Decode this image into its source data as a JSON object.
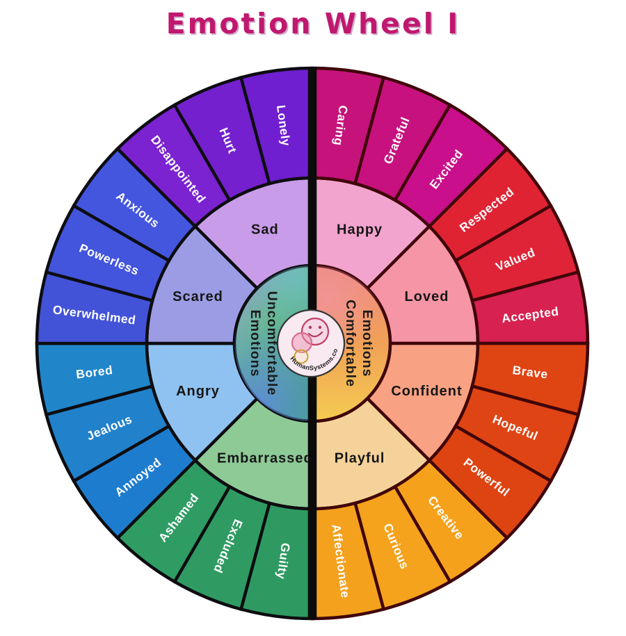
{
  "page": {
    "background": "#FFFFFF"
  },
  "title": {
    "text": "Emotion Wheel I",
    "color": "#C0186E"
  },
  "logo": {
    "brand": "HumanSystems.co",
    "icon": "smiley-circles-icon"
  },
  "chart_data": {
    "type": "sunburst",
    "title": "Emotion Wheel I",
    "rings": [
      "center-halves",
      "core-emotions",
      "specific-emotions"
    ],
    "divider_color": "#0B0B0B",
    "label_colors": {
      "outer": "#FFFFFF",
      "middle": "#161616",
      "inner": "#1C1C1C"
    },
    "halves": [
      {
        "id": "comfortable",
        "label_lines": [
          "Comfortable",
          "Emotions"
        ],
        "side": "right",
        "gradient": [
          "#EF8B7E",
          "#F0A156",
          "#F5CB52"
        ],
        "stroke": "#400609"
      },
      {
        "id": "uncomfortable",
        "label_lines": [
          "Uncomfortable",
          "Emotions"
        ],
        "side": "left",
        "gradient": [
          "#9C9EDE",
          "#69B795",
          "#43A383"
        ],
        "stroke": "#0D0D11"
      }
    ],
    "groups": [
      {
        "label": "Happy",
        "color": "#F2A4CE",
        "half": "comfortable",
        "start_deg": 0,
        "end_deg": 45,
        "children": [
          {
            "label": "Caring",
            "color": "#C5137B"
          },
          {
            "label": "Grateful",
            "color": "#C6117E"
          },
          {
            "label": "Excited",
            "color": "#C90F8B"
          }
        ]
      },
      {
        "label": "Loved",
        "color": "#F595A5",
        "half": "comfortable",
        "start_deg": 45,
        "end_deg": 90,
        "children": [
          {
            "label": "Respected",
            "color": "#DF2333"
          },
          {
            "label": "Valued",
            "color": "#DF2437"
          },
          {
            "label": "Accepted",
            "color": "#D72150"
          }
        ]
      },
      {
        "label": "Confident",
        "color": "#F8A183",
        "half": "comfortable",
        "start_deg": 90,
        "end_deg": 135,
        "children": [
          {
            "label": "Brave",
            "color": "#DF4413"
          },
          {
            "label": "Hopeful",
            "color": "#DE4414"
          },
          {
            "label": "Powerful",
            "color": "#DD4412"
          }
        ]
      },
      {
        "label": "Playful",
        "color": "#F5D29A",
        "half": "comfortable",
        "start_deg": 135,
        "end_deg": 180,
        "children": [
          {
            "label": "Creative",
            "color": "#F5A11C"
          },
          {
            "label": "Curious",
            "color": "#F5A21C"
          },
          {
            "label": "Affectionate",
            "color": "#F4A11E"
          }
        ]
      },
      {
        "label": "Embarrassed",
        "color": "#8ECA96",
        "half": "uncomfortable",
        "start_deg": 180,
        "end_deg": 225,
        "children": [
          {
            "label": "Guilty",
            "color": "#2E9A62"
          },
          {
            "label": "Excluded",
            "color": "#2F9B63"
          },
          {
            "label": "Ashamed",
            "color": "#2F9C63"
          }
        ]
      },
      {
        "label": "Angry",
        "color": "#8FC2F0",
        "half": "uncomfortable",
        "start_deg": 225,
        "end_deg": 270,
        "children": [
          {
            "label": "Annoyed",
            "color": "#1E7CCE"
          },
          {
            "label": "Jealous",
            "color": "#2181CA"
          },
          {
            "label": "Bored",
            "color": "#2086C9"
          }
        ]
      },
      {
        "label": "Scared",
        "color": "#9B9CE4",
        "half": "uncomfortable",
        "start_deg": 270,
        "end_deg": 315,
        "children": [
          {
            "label": "Overwhelmed",
            "color": "#4353D8"
          },
          {
            "label": "Powerless",
            "color": "#4355DC"
          },
          {
            "label": "Anxious",
            "color": "#4456DE"
          }
        ]
      },
      {
        "label": "Sad",
        "color": "#C89CE8",
        "half": "uncomfortable",
        "start_deg": 315,
        "end_deg": 360,
        "children": [
          {
            "label": "Disappointed",
            "color": "#7B22D1"
          },
          {
            "label": "Hurt",
            "color": "#7420CE"
          },
          {
            "label": "Lonely",
            "color": "#6F1FD0"
          }
        ]
      }
    ]
  }
}
